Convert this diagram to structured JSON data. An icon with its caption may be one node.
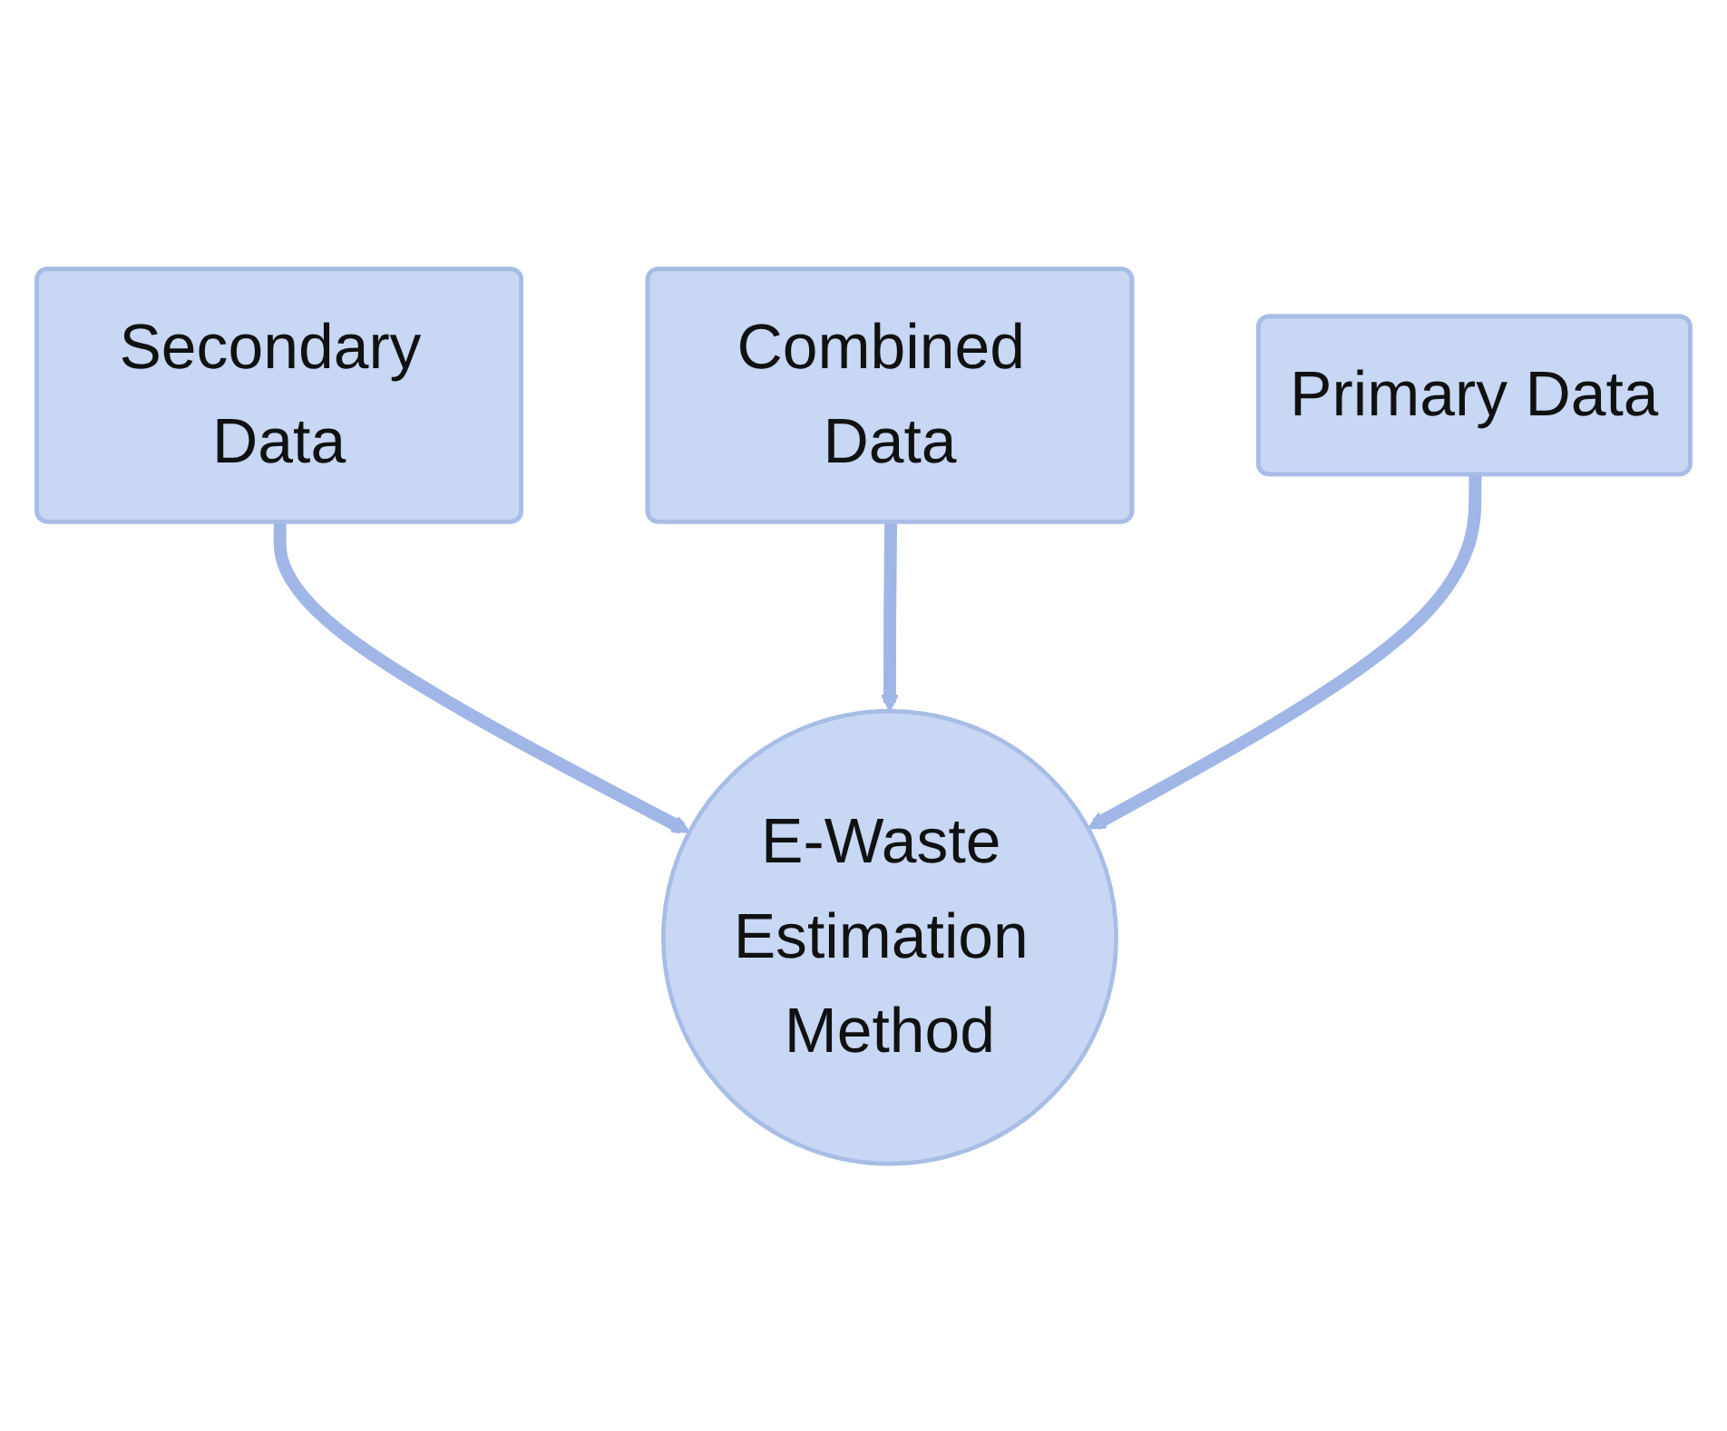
{
  "diagram": {
    "nodes": [
      {
        "text": [
          "Combined Data"
        ]
      },
      {
        "text": [
          "Secondary Data"
        ]
      },
      {
        "text": [
          "Primary Data"
        ]
      },
      {
        "text": [
          "E-Waste Estimation Method"
        ]
      }
    ],
    "edges": [
      {
        "from": 1,
        "to": 3,
        "arrow": "to"
      },
      {
        "from": 0,
        "to": 3,
        "arrow": "to"
      },
      {
        "from": 2,
        "to": 3,
        "arrow": "to"
      }
    ]
  }
}
